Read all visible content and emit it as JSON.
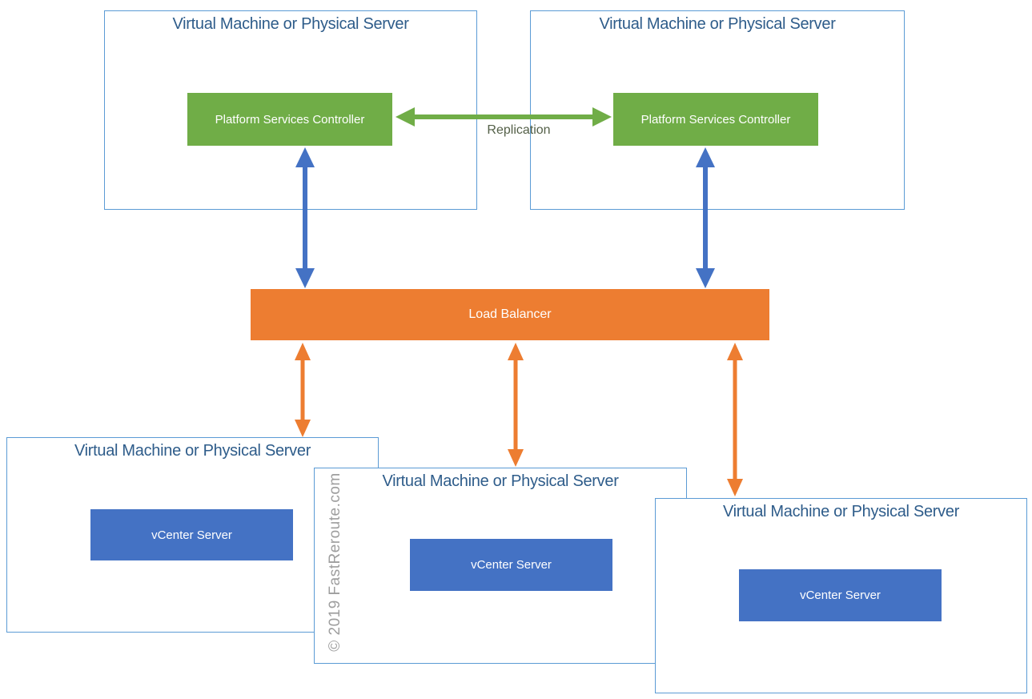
{
  "diagram": {
    "watermark": "© 2019 FastReroute.com",
    "replication_label": "Replication",
    "load_balancer": {
      "label": "Load Balancer"
    },
    "servers": {
      "top_left": {
        "title": "Virtual Machine or Physical Server",
        "component": "Platform Services Controller"
      },
      "top_right": {
        "title": "Virtual Machine or Physical Server",
        "component": "Platform Services Controller"
      },
      "bottom_left": {
        "title": "Virtual Machine or Physical Server",
        "component": "vCenter Server"
      },
      "bottom_middle": {
        "title": "Virtual Machine or Physical Server",
        "component": "vCenter Server"
      },
      "bottom_right": {
        "title": "Virtual Machine or Physical Server",
        "component": "vCenter Server"
      }
    },
    "colors": {
      "psc_green": "#70AD47",
      "vcenter_blue": "#4472C4",
      "load_balancer_orange": "#ED7D31",
      "arrow_green": "#70AD47",
      "arrow_blue": "#4472C4",
      "arrow_orange": "#ED7D31",
      "box_border_blue": "#5B9BD5",
      "title_text_blue": "#2E5C8A",
      "replication_text": "#546048",
      "watermark_gray": "#9E9E9E",
      "background": "#FFFFFF"
    }
  }
}
